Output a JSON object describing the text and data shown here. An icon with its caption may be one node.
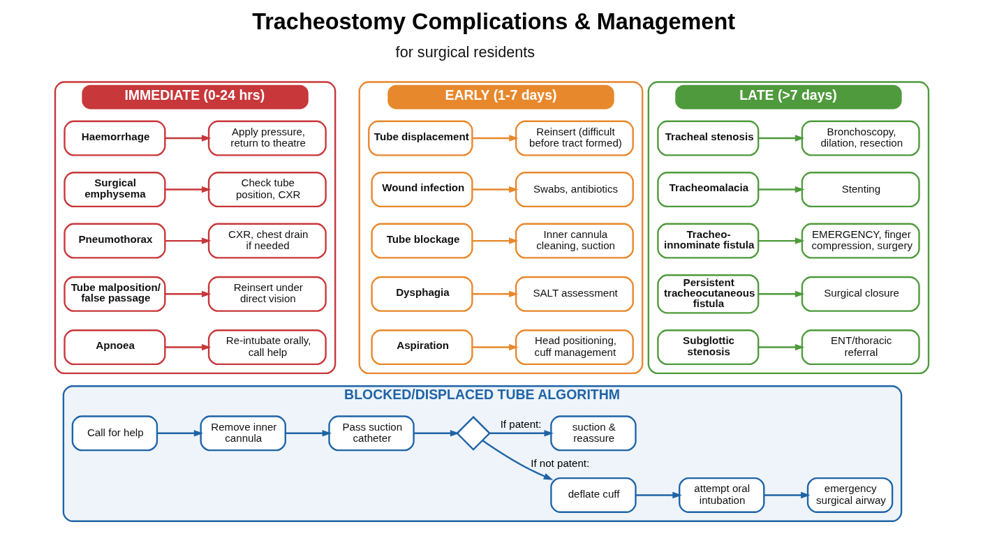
{
  "diagram": {
    "title": "Tracheostomy Complications & Management",
    "nodes": [
      {
        "text": [
          "IMMEDIATE (0-24 hrs)"
        ]
      },
      {
        "text": [
          "Haemorrhage"
        ],
        "in": 0
      },
      {
        "text": [
          "Apply pressure, return to theatre"
        ],
        "in": 0
      },
      {
        "text": [
          "Surgical emphysema"
        ],
        "in": 0
      },
      {
        "text": [
          "Check tube position, CXR"
        ],
        "in": 0
      },
      {
        "text": [
          "Pneumothorax"
        ],
        "in": 0
      },
      {
        "text": [
          "CXR, chest drain if needed"
        ],
        "in": 0
      },
      {
        "text": [
          "Tube malposition/ false passage"
        ],
        "in": 0
      },
      {
        "text": [
          "Reinsert under direct vision"
        ],
        "in": 0
      },
      {
        "text": [
          "Apnoea"
        ],
        "in": 0
      },
      {
        "text": [
          "Re-intubate orally, call help"
        ],
        "in": 0
      },
      {
        "text": [
          "EARLY (1-7 days)"
        ]
      },
      {
        "text": [
          "Tube displacement"
        ],
        "in": 11
      },
      {
        "text": [
          "Reinsert (difficult before tract formed)"
        ],
        "in": 11
      },
      {
        "text": [
          "Wound infection"
        ],
        "in": 11
      },
      {
        "text": [
          "Swabs, antibiotics"
        ],
        "in": 11
      },
      {
        "text": [
          "Tube blockage"
        ],
        "in": 11
      },
      {
        "text": [
          "Inner cannula cleaning, suction"
        ],
        "in": 11
      },
      {
        "text": [
          "Dysphagia"
        ],
        "in": 11
      },
      {
        "text": [
          "SALT assessment"
        ],
        "in": 11
      },
      {
        "text": [
          "Aspiration"
        ],
        "in": 11
      },
      {
        "text": [
          "Head positioning, cuff management"
        ],
        "in": 11
      },
      {
        "text": [
          "LATE (>7 days)"
        ]
      },
      {
        "text": [
          "Tracheal stenosis"
        ],
        "in": 22
      },
      {
        "text": [
          "Bronchoscopy, dilation, resection"
        ],
        "in": 22
      },
      {
        "text": [
          "Tracheomalacia"
        ],
        "in": 22
      },
      {
        "text": [
          "Stenting"
        ],
        "in": 22
      },
      {
        "text": [
          "Tracheo- innominate fistula"
        ],
        "in": 22
      },
      {
        "text": [
          "EMERGENCY, finger compression, surgery"
        ],
        "in": 22
      },
      {
        "text": [
          "Persistent tracheocutaneous fistula"
        ],
        "in": 22
      },
      {
        "text": [
          "Surgical closure"
        ],
        "in": 22
      },
      {
        "text": [
          "Subglottic stenosis"
        ],
        "in": 22
      },
      {
        "text": [
          "ENT/thoracic referral"
        ],
        "in": 22
      },
      {
        "text": [
          "BLOCKED/DISPLACED TUBE ALGORITHM"
        ]
      },
      {
        "text": [
          "Call for help"
        ],
        "in": 33
      },
      {
        "text": [
          "Remove inner cannula"
        ],
        "in": 33
      },
      {
        "text": [
          "Pass suction catheter"
        ],
        "in": 33
      },
      {
        "text": [],
        "shape": "diamond",
        "in": 33
      },
      {
        "text": [
          "suction & reassure"
        ],
        "in": 33
      },
      {
        "text": [
          "deflate cuff"
        ],
        "in": 33
      },
      {
        "text": [
          "attempt oral intubation"
        ],
        "in": 33
      },
      {
        "text": [
          "emergency surgical airway"
        ],
        "in": 33
      }
    ],
    "edges": [
      {
        "from": 1,
        "to": 2,
        "arrow": "to",
        "color": "#c8373a"
      },
      {
        "from": 3,
        "to": 4,
        "arrow": "to",
        "color": "#c8373a"
      },
      {
        "from": 5,
        "to": 6,
        "arrow": "to",
        "color": "#c8373a"
      },
      {
        "from": 7,
        "to": 8,
        "arrow": "to",
        "color": "#c8373a"
      },
      {
        "from": 9,
        "to": 10,
        "arrow": "to",
        "color": "#c8373a"
      },
      {
        "from": 12,
        "to": 13,
        "arrow": "to",
        "color": "#e8882c"
      },
      {
        "from": 14,
        "to": 15,
        "arrow": "to",
        "color": "#e8882c"
      },
      {
        "from": 16,
        "to": 17,
        "arrow": "to",
        "color": "#e8882c"
      },
      {
        "from": 18,
        "to": 19,
        "arrow": "to",
        "color": "#e8882c"
      },
      {
        "from": 20,
        "to": 21,
        "arrow": "to",
        "color": "#e8882c"
      },
      {
        "from": 23,
        "to": 24,
        "arrow": "to",
        "color": "#4e9a3c"
      },
      {
        "from": 25,
        "to": 26,
        "arrow": "to",
        "color": "#4e9a3c"
      },
      {
        "from": 27,
        "to": 28,
        "arrow": "to",
        "color": "#4e9a3c"
      },
      {
        "from": 29,
        "to": 30,
        "arrow": "to",
        "color": "#4e9a3c"
      },
      {
        "from": 31,
        "to": 32,
        "arrow": "to",
        "color": "#4e9a3c"
      },
      {
        "from": 34,
        "to": 35,
        "arrow": "to"
      },
      {
        "from": 35,
        "to": 36,
        "arrow": "to"
      },
      {
        "from": 36,
        "to": 37,
        "arrow": "to"
      },
      {
        "from": 37,
        "to": 38,
        "arrow": "to",
        "label": "If patent:"
      },
      {
        "from": 37,
        "to": 39,
        "arrow": "to",
        "label": "If not patent:"
      },
      {
        "from": 39,
        "to": 40,
        "arrow": "to"
      },
      {
        "from": 40,
        "to": 41,
        "arrow": "to"
      }
    ],
    "labels": [
      "for surgical residents"
    ]
  }
}
